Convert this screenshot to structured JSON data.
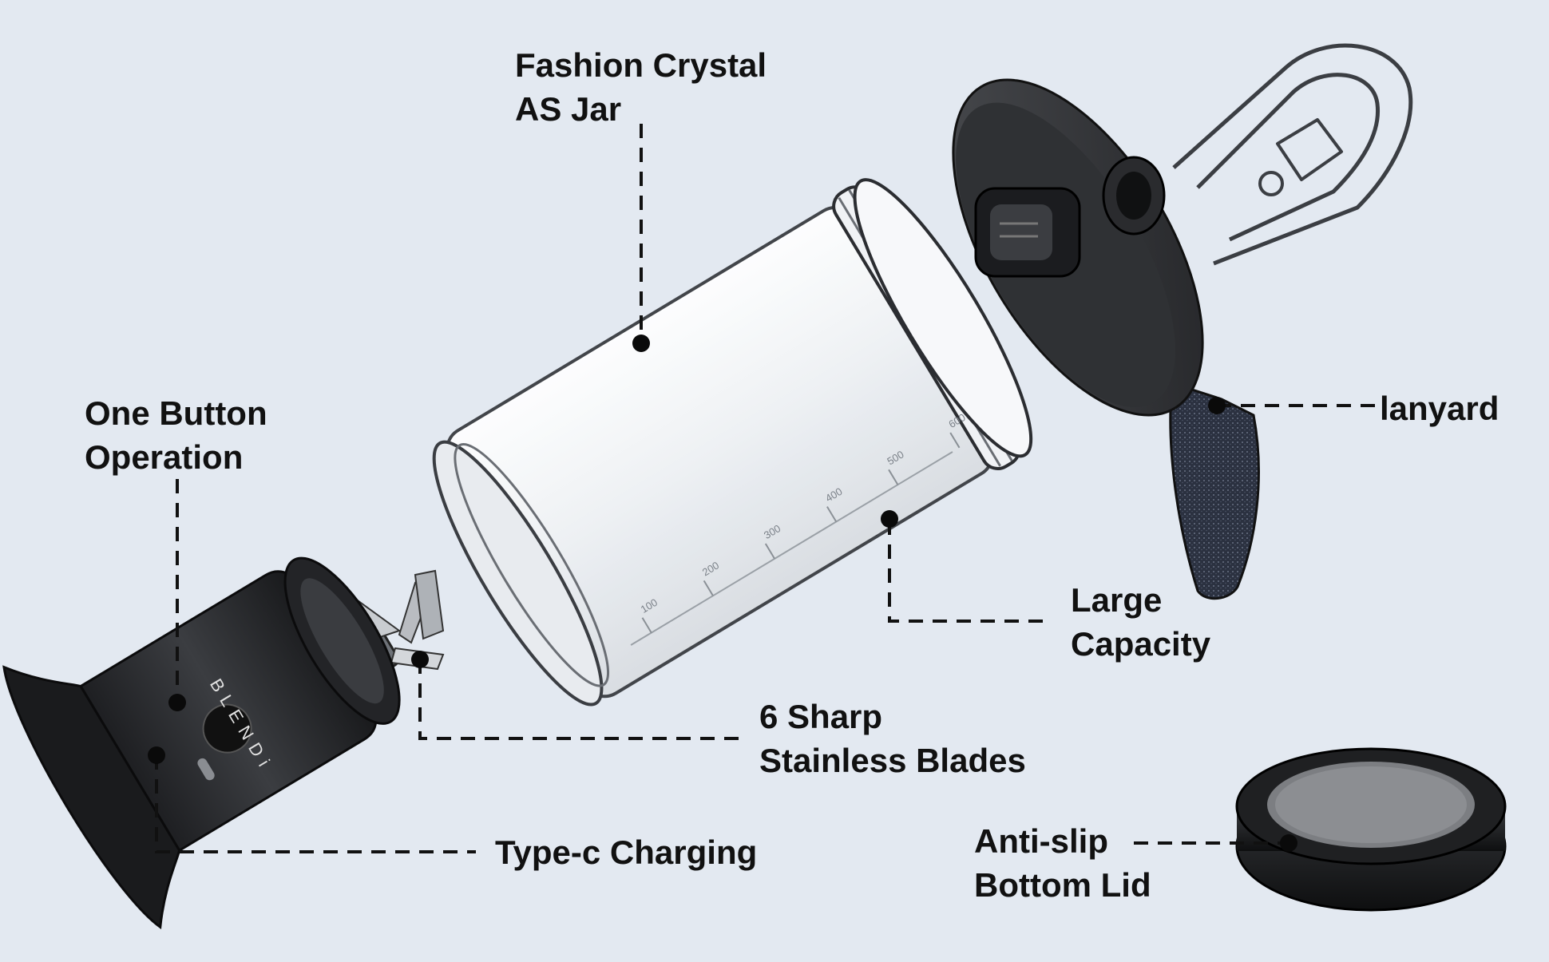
{
  "labels": {
    "jar": {
      "line1": "Fashion Crystal",
      "line2": "AS Jar"
    },
    "button": {
      "line1": "One Button",
      "line2": "Operation"
    },
    "lanyard": {
      "line1": "lanyard"
    },
    "capacity": {
      "line1": "Large",
      "line2": "Capacity"
    },
    "blades": {
      "line1": "6 Sharp",
      "line2": "Stainless Blades"
    },
    "typec": {
      "line1": "Type-c Charging"
    },
    "bottom": {
      "line1": "Anti-slip",
      "line2": "Bottom Lid"
    }
  },
  "jar_scale": [
    "100",
    "200",
    "300",
    "400",
    "500",
    "600"
  ],
  "brand": "BLENDi",
  "colors": {
    "background": "#e3e9f1",
    "leader": "#111111",
    "base": "#2a2c2f",
    "lid": "#3a3c3f",
    "jar": "#f4f6f8",
    "lanyard": "#2b3140"
  }
}
